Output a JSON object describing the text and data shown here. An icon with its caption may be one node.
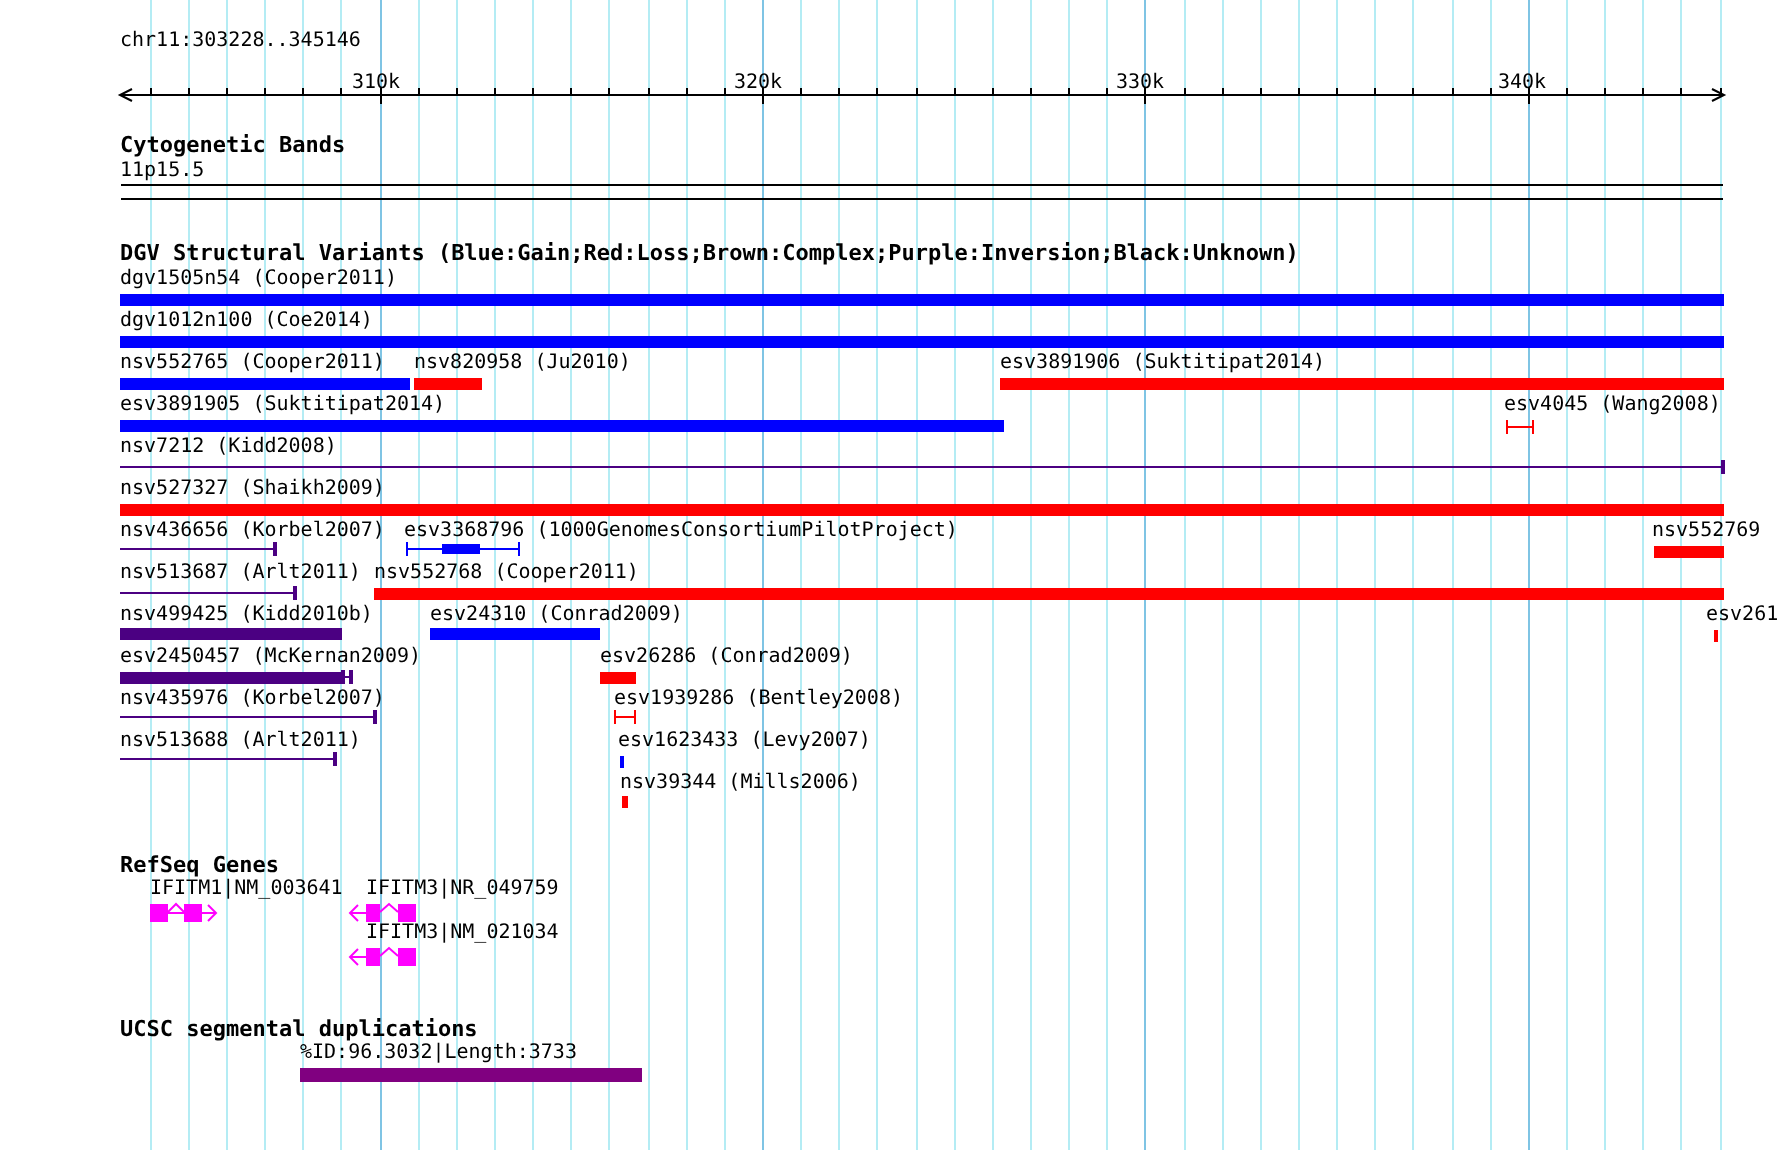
{
  "diagram": {
    "labels": [
      "chr11:303228..345146",
      "310k",
      "320k",
      "330k",
      "340k",
      "Cytogenetic Bands",
      "11p15.5",
      "DGV Structural Variants (Blue:Gain;Red:Loss;Brown:Complex;Purple:Inversion;Black:Unknown)",
      "dgv1505n54 (Cooper2011)",
      "dgv1012n100 (Coe2014)",
      "nsv552765 (Cooper2011)",
      "nsv820958 (Ju2010)",
      "esv3891906 (Suktitipat2014)",
      "esv3891905 (Suktitipat2014)",
      "esv4045 (Wang2008)",
      "nsv7212 (Kidd2008)",
      "nsv527327 (Shaikh2009)",
      "nsv436656 (Korbel2007)",
      "esv3368796 (1000GenomesConsortiumPilotProject)",
      "nsv552769",
      "nsv513687 (Arlt2011)",
      "nsv552768 (Cooper2011)",
      "nsv499425 (Kidd2010b)",
      "esv24310 (Conrad2009)",
      "esv261",
      "esv2450457 (McKernan2009)",
      "esv26286 (Conrad2009)",
      "nsv435976 (Korbel2007)",
      "esv1939286 (Bentley2008)",
      "nsv513688 (Arlt2011)",
      "esv1623433 (Levy2007)",
      "nsv39344 (Mills2006)",
      "RefSeq Genes",
      "IFITM1|NM_003641",
      "IFITM3|NR_049759",
      "IFITM3|NM_021034",
      "UCSC segmental duplications",
      "%ID:96.3032|Length:3733"
    ]
  }
}
